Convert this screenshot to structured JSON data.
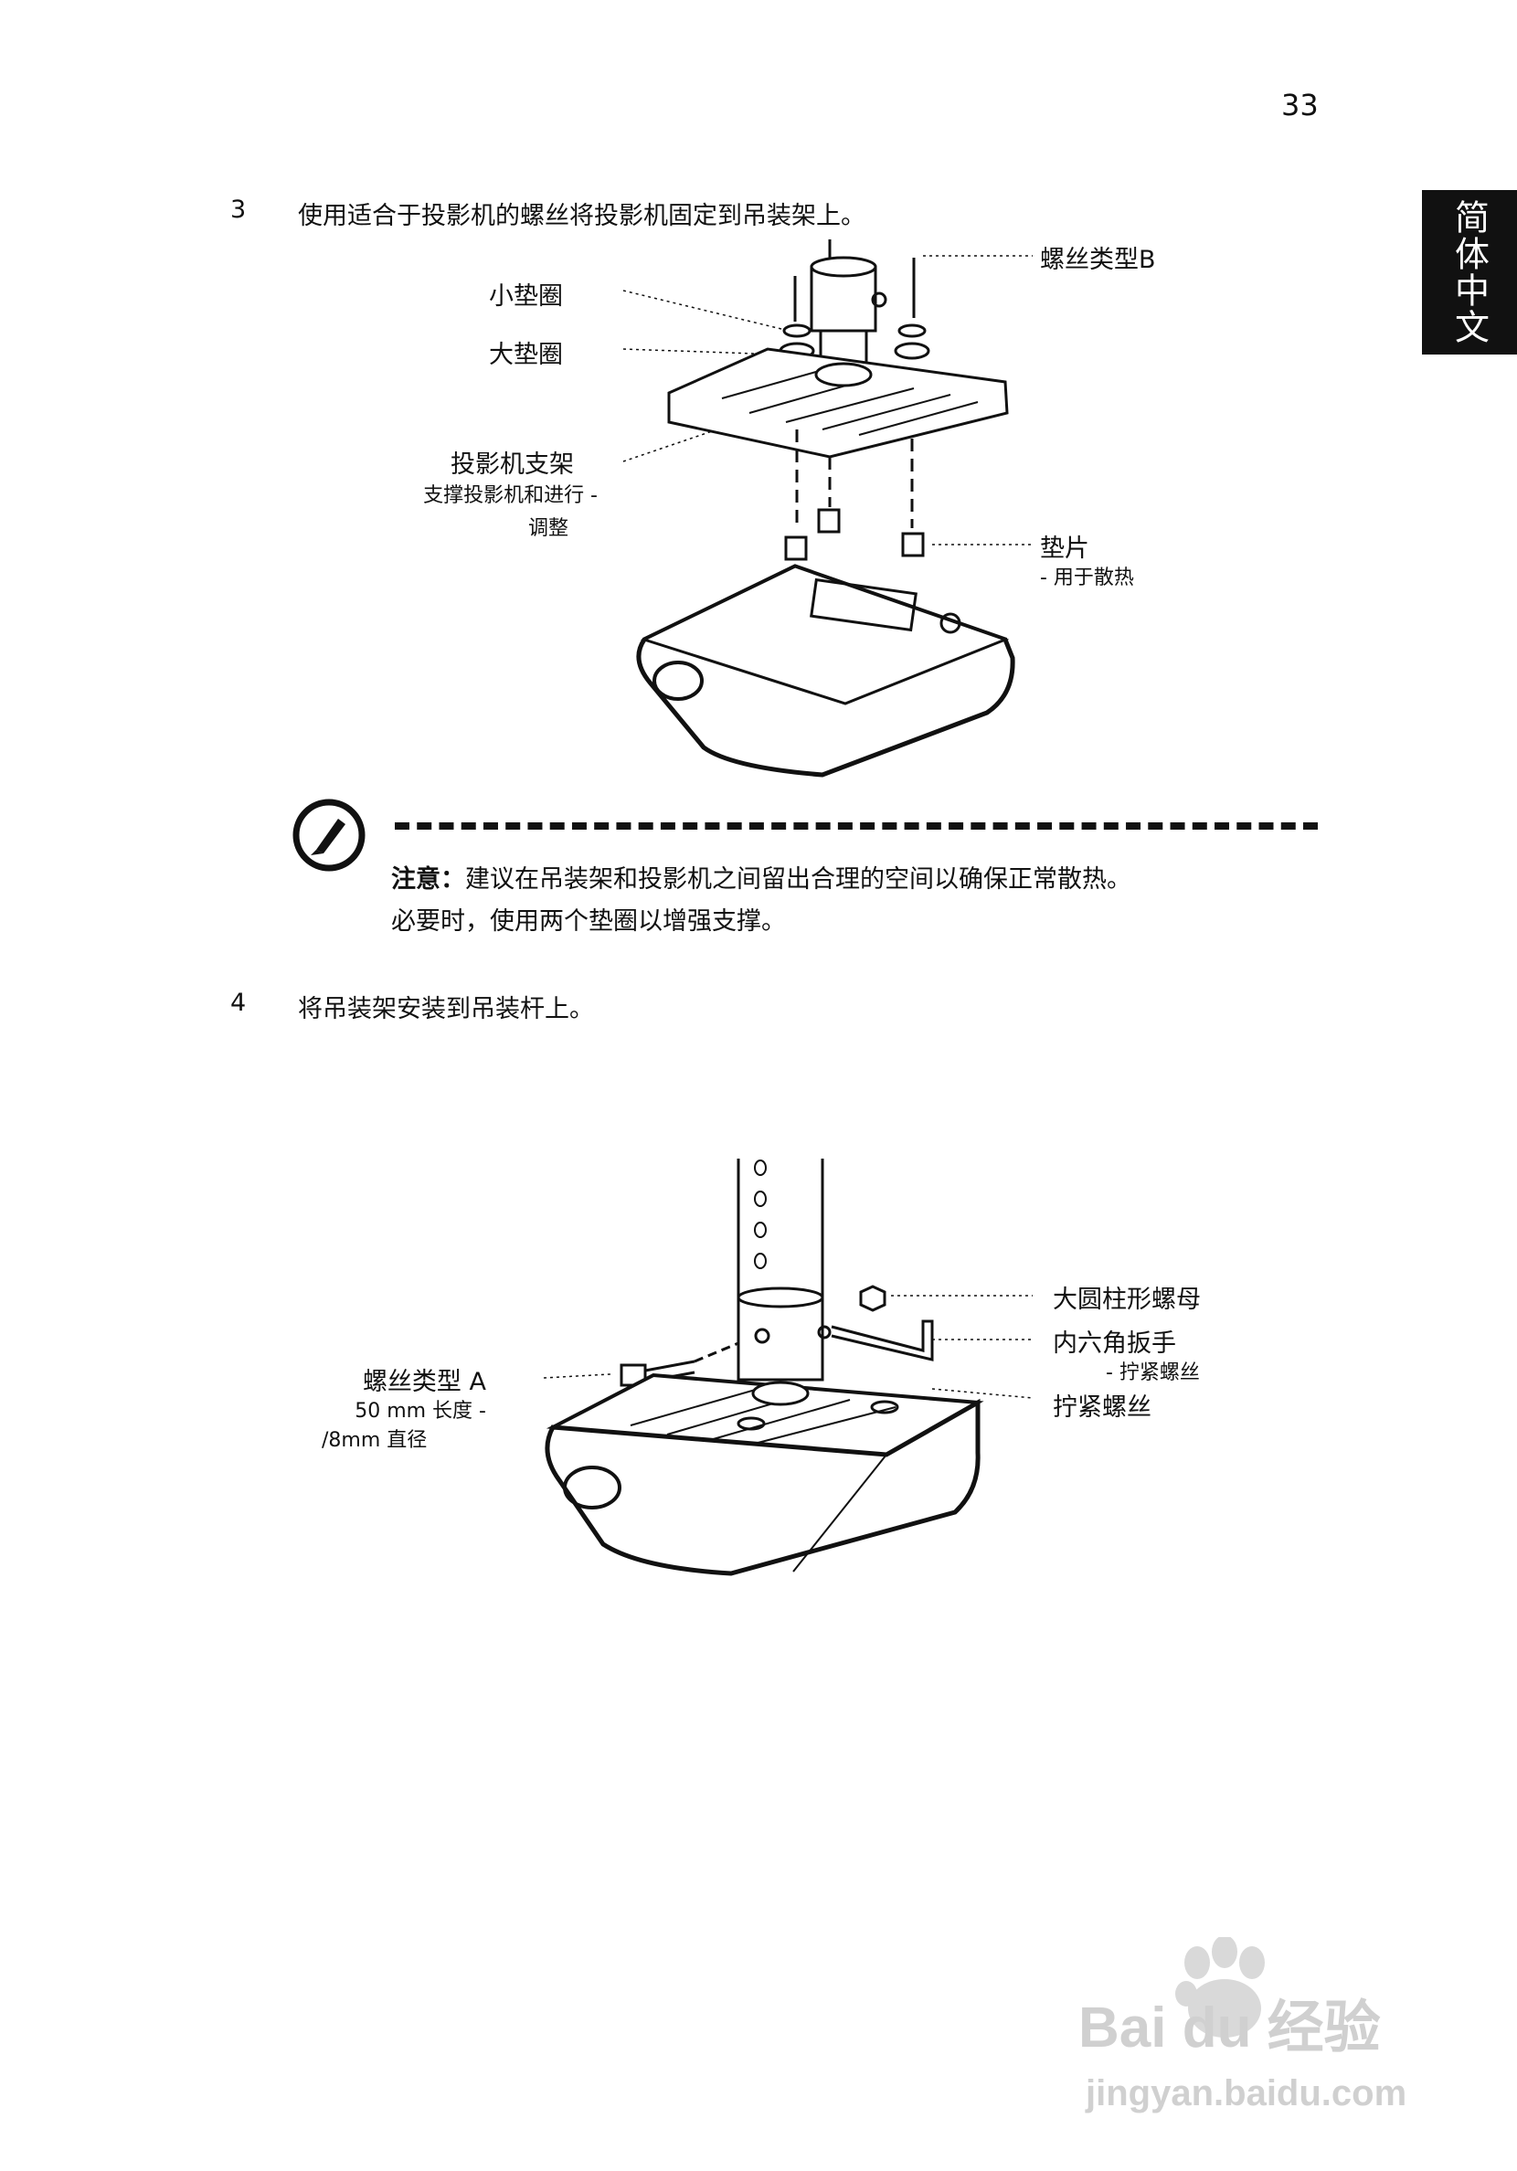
{
  "page": {
    "number": "33",
    "language_tab": "简体中文"
  },
  "step3": {
    "number": "3",
    "text": "使用适合于投影机的螺丝将投影机固定到吊装架上。",
    "labels": {
      "screw_b": "螺丝类型B",
      "small_washer": "小垫圈",
      "large_washer": "大垫圈",
      "bracket_title": "投影机支架",
      "bracket_desc1": "支撑投影机和进行 -",
      "bracket_desc2": "调整",
      "spacer_title": "垫片",
      "spacer_desc": "- 用于散热"
    }
  },
  "note": {
    "icon": "pen-note-icon",
    "bold": "注意：",
    "line1": "建议在吊装架和投影机之间留出合理的空间以确保正常散热。",
    "line2": "必要时，使用两个垫圈以增强支撑。"
  },
  "step4": {
    "number": "4",
    "text": "将吊装架安装到吊装杆上。",
    "labels": {
      "screw_a_title": "螺丝类型 A",
      "screw_a_len": "50 mm 长度 -",
      "screw_a_dia": "/8mm 直径",
      "nut": "大圆柱形螺母",
      "hex_wrench": "内六角扳手",
      "hex_wrench_desc": "- 拧紧螺丝",
      "tighten": "拧紧螺丝"
    }
  },
  "watermark": {
    "brand": "Bai du 经验",
    "url": "jingyan.baidu.com"
  }
}
